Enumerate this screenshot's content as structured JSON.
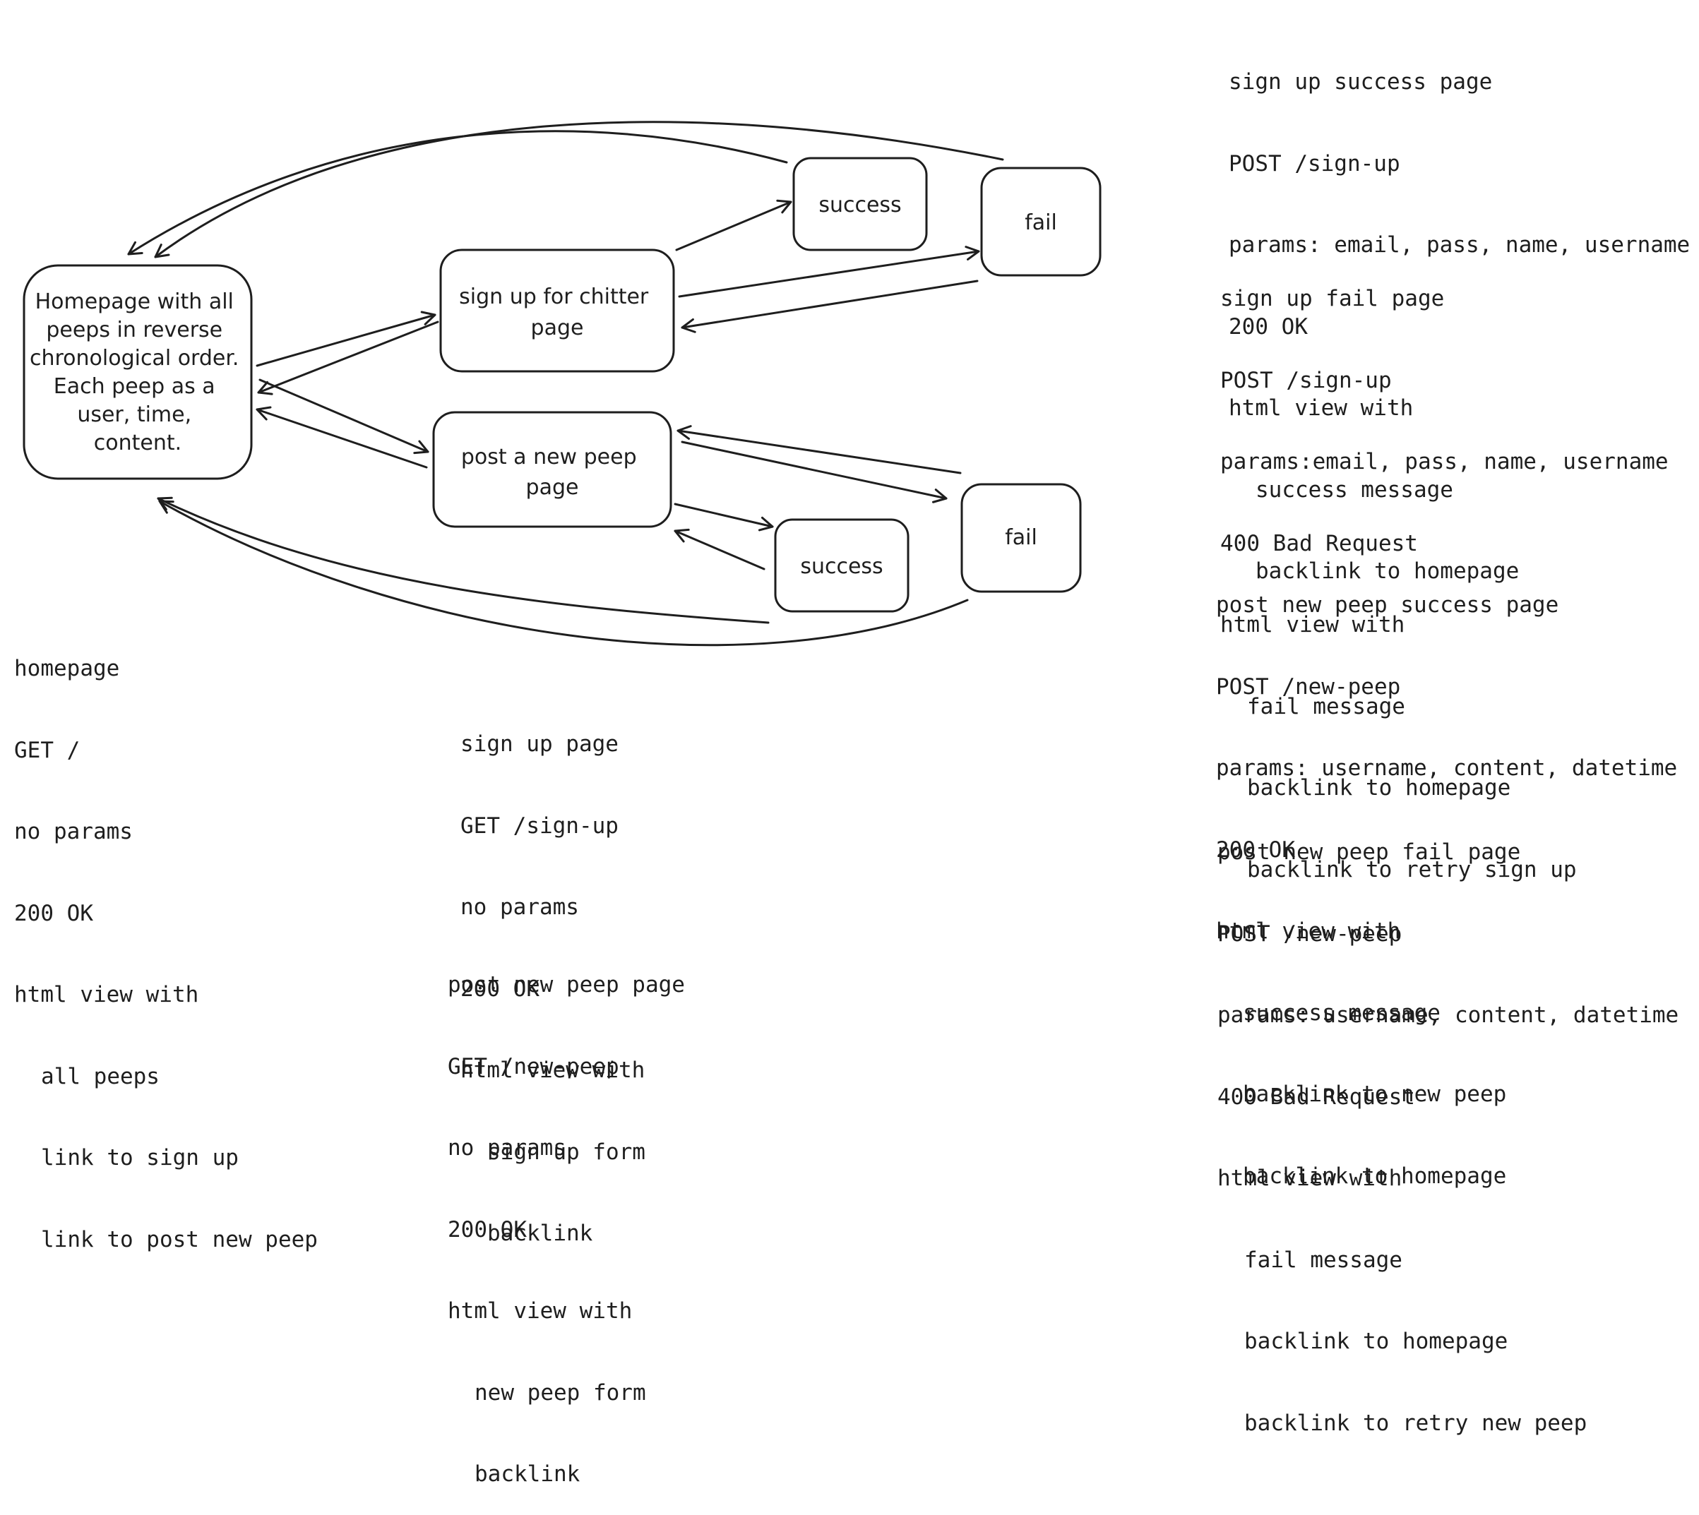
{
  "nodes": {
    "homepage": {
      "lines": [
        "Homepage with all",
        "peeps in reverse",
        "chronological order.",
        "Each peep as a",
        "user, time,",
        "content."
      ]
    },
    "signup_page": {
      "lines": [
        "sign up for chitter",
        "page"
      ]
    },
    "signup_success": {
      "lines": [
        "success"
      ]
    },
    "signup_fail": {
      "lines": [
        "fail"
      ]
    },
    "newpeep_page": {
      "lines": [
        "post a new peep",
        "page"
      ]
    },
    "newpeep_success": {
      "lines": [
        "success"
      ]
    },
    "newpeep_fail": {
      "lines": [
        "fail"
      ]
    }
  },
  "specs": {
    "homepage": {
      "title": "homepage",
      "route": "GET /",
      "params": "no params",
      "status": "200 OK",
      "view": "html view with",
      "items": [
        "all peeps",
        "link to sign up",
        "link to post new peep"
      ]
    },
    "signup_page": {
      "title": "sign up page",
      "route": "GET /sign-up",
      "params": "no params",
      "status": "200 OK",
      "view": "html view with",
      "items": [
        "sign up form",
        "backlink"
      ]
    },
    "newpeep_page": {
      "title": "post new peep page",
      "route": "GET /new-peep",
      "params": "no params",
      "status": "200 OK",
      "view": "html view with",
      "items": [
        "new peep form",
        "backlink"
      ]
    },
    "signup_success": {
      "title": "sign up success page",
      "route": "POST /sign-up",
      "params": "params: email, pass, name, username",
      "status": "200 OK",
      "view": "html view with",
      "items": [
        "success message",
        "backlink to homepage"
      ]
    },
    "signup_fail": {
      "title": "sign up fail page",
      "route": "POST /sign-up",
      "params": "params:email, pass, name, username",
      "status": "400 Bad Request",
      "view": "html view with",
      "items": [
        "fail message",
        "backlink to homepage",
        "backlink to retry sign up"
      ]
    },
    "newpeep_success": {
      "title": "post new peep success page",
      "route": "POST /new-peep",
      "params": "params: username, content, datetime",
      "status": "200 OK",
      "view": "html view with",
      "items": [
        "success message",
        "backlink to new peep",
        "backlink to homepage"
      ]
    },
    "newpeep_fail": {
      "title": "post new peep fail page",
      "route": "POST /new-peep",
      "params": "params: username, content, datetime",
      "status": "400 Bad Request",
      "view": "html view with",
      "items": [
        "fail message",
        "backlink to homepage",
        "backlink to retry new peep"
      ]
    }
  }
}
